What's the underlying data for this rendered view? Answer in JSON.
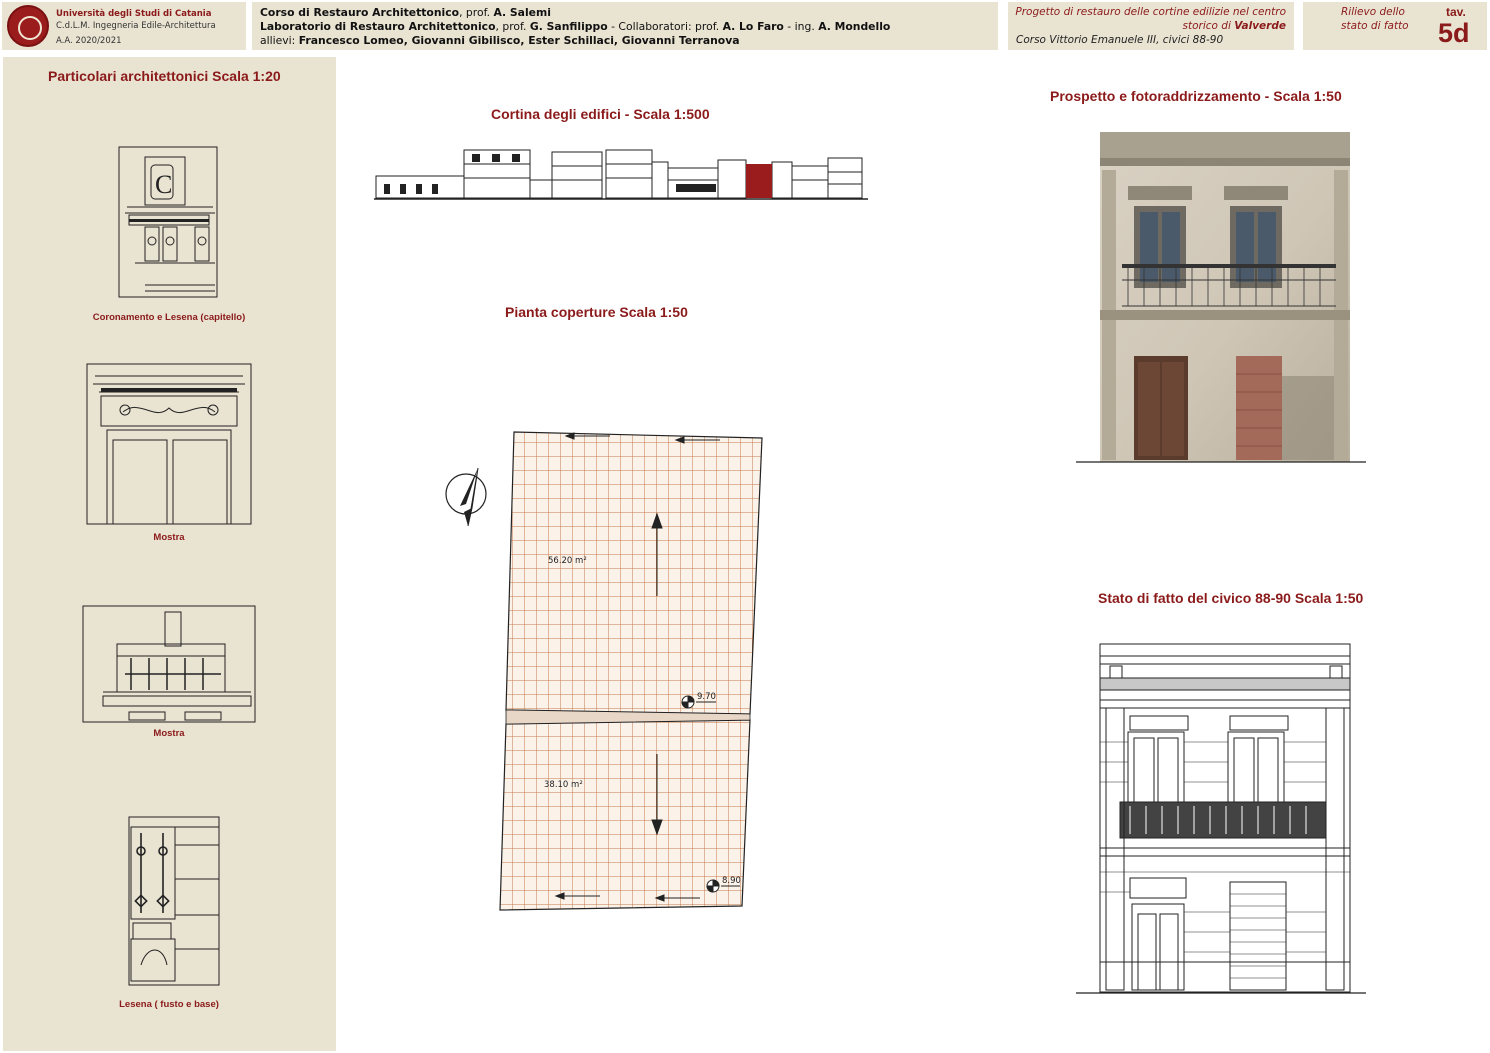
{
  "header": {
    "university": {
      "name": "Università degli Studi di Catania",
      "degree": "C.d.L.M. Ingegneria Edile-Architettura",
      "year": "A.A. 2020/2021"
    },
    "course": {
      "line1_prefix": "Corso di Restauro Architettonico",
      "line1_rest": ", prof. ",
      "line1_prof": "A. Salemi",
      "line2_prefix": "Laboratorio di Restauro Architettonico",
      "line2_mid": ", prof. ",
      "line2_prof": "G. Sanfilippo",
      "line2_collab": " - Collaboratori: prof. ",
      "line2_collab1": "A. Lo Faro",
      "line2_sep": " - ing. ",
      "line2_collab2": "A. Mondello",
      "line3_prefix": "allievi: ",
      "line3_students": "Francesco Lomeo, Giovanni Gibilisco, Ester Schillaci, Giovanni Terranova"
    },
    "project": {
      "line1": "Progetto di restauro delle cortine edilizie nel centro",
      "line2_prefix": "storico di ",
      "line2_place": "Valverde",
      "line3": "Corso Vittorio Emanuele III, civici 88-90"
    },
    "sheet": {
      "line1": "Rilievo dello",
      "line2": "stato di fatto",
      "tav_label": "tav.",
      "tav_number": "5d"
    }
  },
  "sidebar": {
    "title": "Particolari architettonici  Scala 1:20",
    "captions": [
      "Coronamento e Lesena (capitello)",
      "Mostra",
      "Mostra",
      "Lesena ( fusto e base)"
    ]
  },
  "sections": {
    "cortina": "Cortina degli edifici -  Scala 1:500",
    "pianta": "Pianta coperture   Scala 1:50",
    "prospetto": "Prospetto e fotoraddrizzamento -   Scala 1:50",
    "stato": "Stato di fatto del civico 88-90   Scala 1:50"
  },
  "roof_plan": {
    "area_top": "56.20 m²",
    "area_bottom": "38.10 m²",
    "elev_mid": "9.70",
    "elev_bottom": "8.90"
  },
  "colors": {
    "accent": "#8b1a1a",
    "panel": "#e9e3d2",
    "tiles": "#c47a4a"
  }
}
